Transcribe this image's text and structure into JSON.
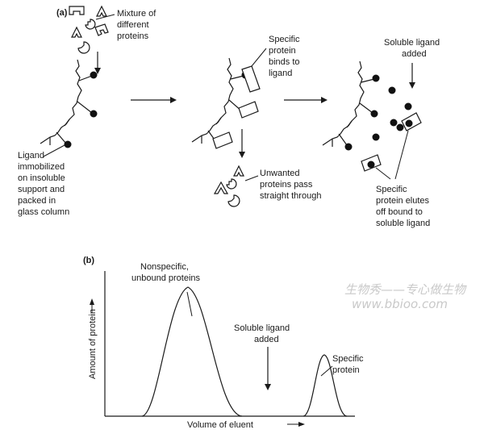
{
  "panel_a": {
    "panel_label": "(a)",
    "step1": {
      "mixture_label": [
        "Mixture of",
        "different",
        "proteins"
      ],
      "ligand_label": [
        "Ligand",
        "immobilized",
        "on insoluble",
        "support and",
        "packed in",
        "glass column"
      ]
    },
    "step2": {
      "binds_label": [
        "Specific",
        "protein",
        "binds to",
        "ligand"
      ],
      "unwanted_label": [
        "Unwanted",
        "proteins pass",
        "straight through"
      ]
    },
    "step3": {
      "added_label": [
        "Soluble ligand",
        "added"
      ],
      "elutes_label": [
        "Specific",
        "protein elutes",
        "off bound to",
        "soluble ligand"
      ]
    }
  },
  "panel_b": {
    "panel_label": "(b)",
    "ylabel": "Amount of protein",
    "xlabel": "Volume of eluent",
    "peak1_label": [
      "Nonspecific,",
      "unbound proteins"
    ],
    "ligand_added_label": [
      "Soluble ligand",
      "added"
    ],
    "peak2_label": [
      "Specific",
      "protein"
    ]
  },
  "watermark": {
    "line1": "生物秀——专心做生物",
    "line2": "www.bbioo.com"
  }
}
